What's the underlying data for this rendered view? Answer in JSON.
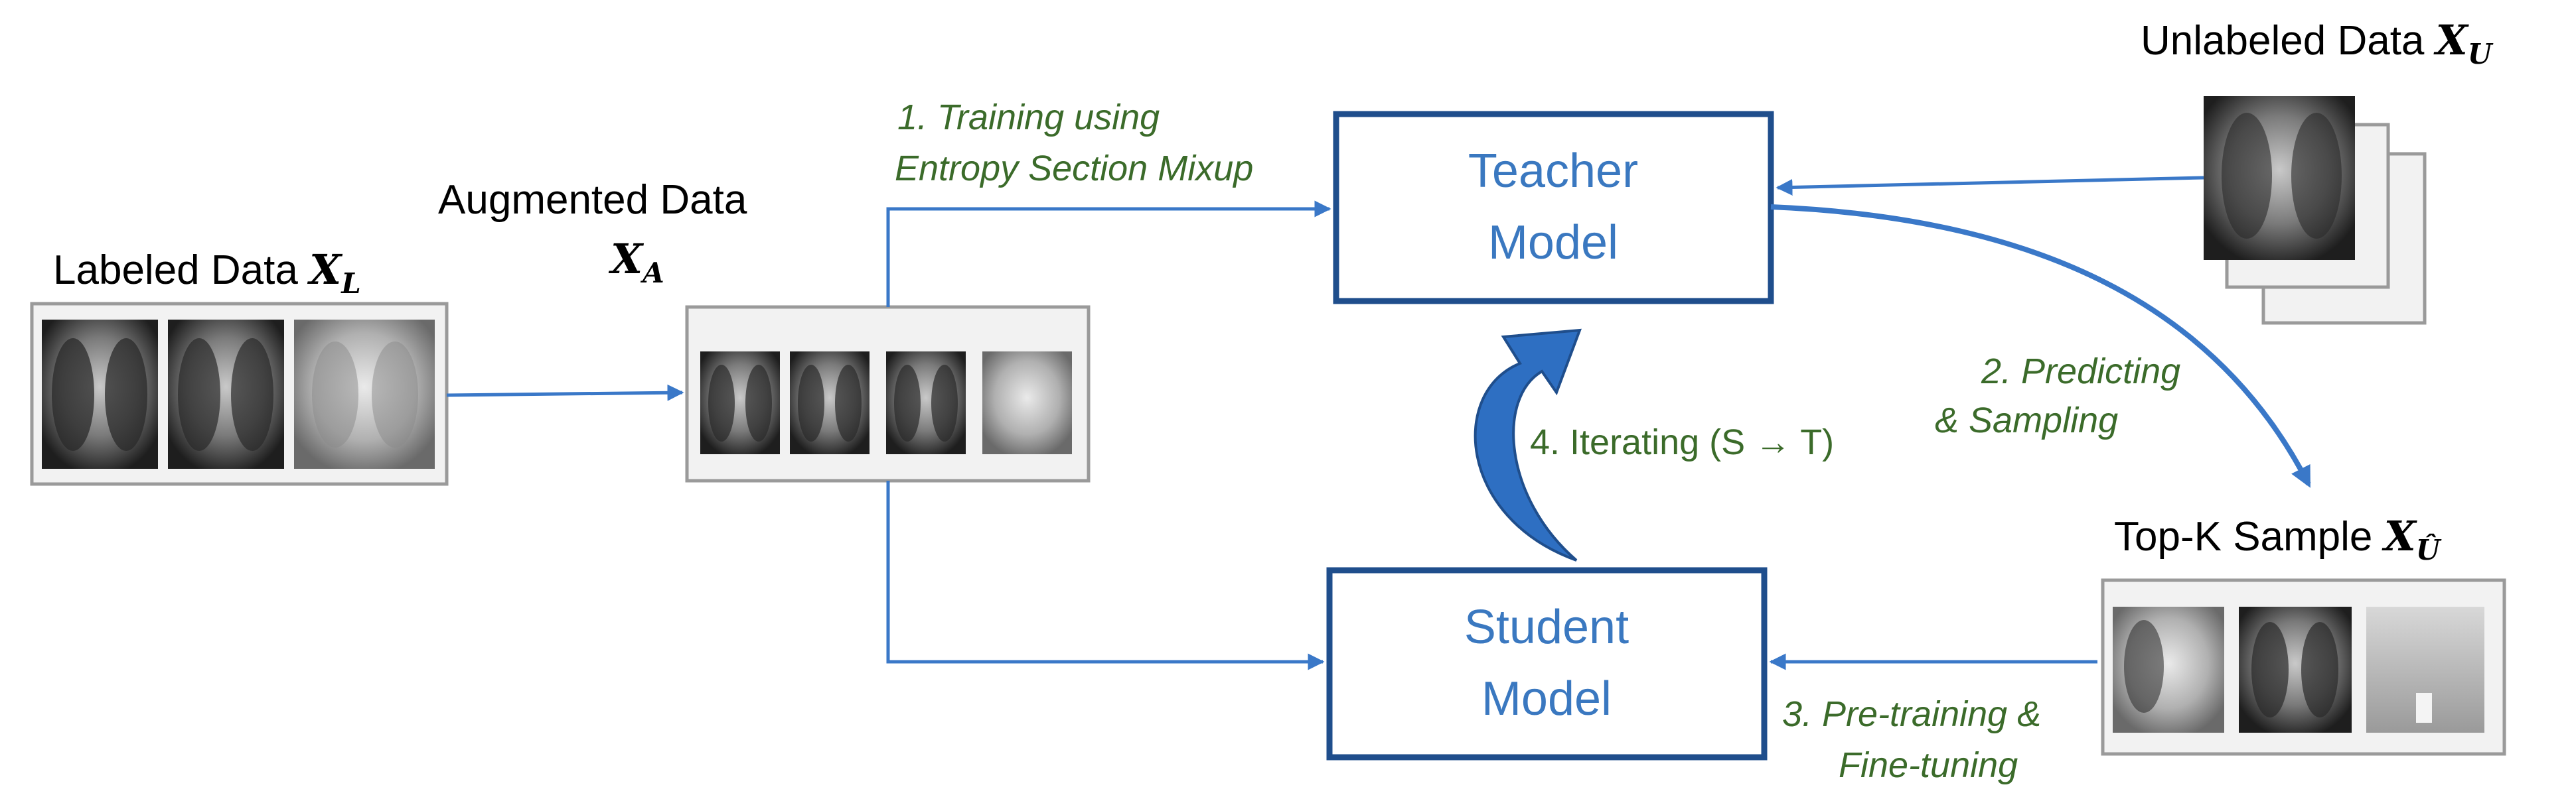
{
  "labeled": {
    "title": "Labeled Data ",
    "symbol": "X",
    "sub": "L"
  },
  "augmented": {
    "title": "Augmented Data",
    "symbol": "X",
    "sub": "A"
  },
  "unlabeled": {
    "title": "Unlabeled Data ",
    "symbol": "X",
    "sub": "U"
  },
  "topk": {
    "title": "Top-K Sample ",
    "symbol": "X",
    "sub": "Û"
  },
  "teacher": {
    "line1": "Teacher",
    "line2": "Model"
  },
  "student": {
    "line1": "Student",
    "line2": "Model"
  },
  "steps": {
    "s1_line1": "1. Training using",
    "s1_line2": "Entropy Section Mixup",
    "s2_line1": "2. Predicting",
    "s2_line2": "& Sampling",
    "s3_line1": "3. Pre-training &",
    "s3_line2": "Fine-tuning",
    "s4": "4. Iterating (S → T)"
  },
  "colors": {
    "arrow": "#3a78c8",
    "model_border": "#1f4e8c",
    "model_text": "#3a78c0",
    "step_text": "#3b6b2a",
    "panel_border": "#9a9a9a",
    "panel_fill": "#f2f2f2"
  }
}
